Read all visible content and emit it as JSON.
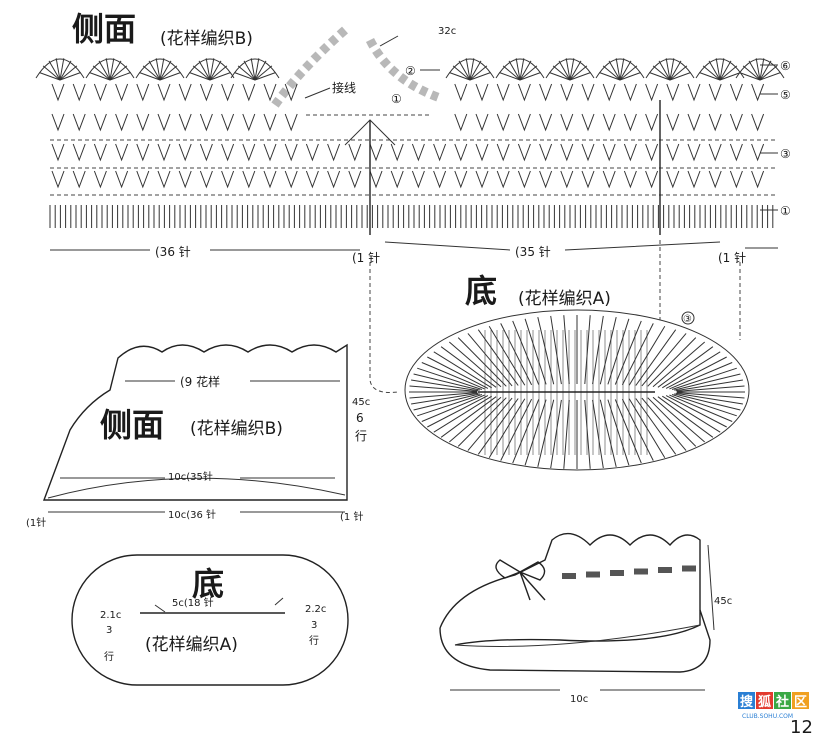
{
  "top_chart": {
    "title": "侧面",
    "subtitle": "(花样编织B)",
    "count_label": "32c",
    "join_label": "接线",
    "row_markers": [
      "①",
      "②",
      "③",
      "⑤",
      "⑥"
    ],
    "start_markers": [
      "①",
      "②"
    ],
    "base_left": "(36 针",
    "base_mid_marker": "(1 针",
    "base_right": "(35 针",
    "base_end_marker": "(1 针"
  },
  "sole_chart": {
    "title": "底",
    "subtitle": "(花样编织A)",
    "start_marker": "③"
  },
  "side_schematic": {
    "title": "侧面",
    "subtitle": "(花样编织B)",
    "top_label": "(9 花样",
    "height_label": [
      "45c",
      "6",
      "行"
    ],
    "inner_width": "10c(35针",
    "outer_width": "10c(36 针",
    "left_corner": "(1针",
    "right_corner": "(1 针"
  },
  "sole_schematic": {
    "title": "底",
    "subtitle": "(花样编织A)",
    "center_label": "5c(18 针",
    "left_label": [
      "2.1c",
      "3",
      "行"
    ],
    "right_label": [
      "2.2c",
      "3",
      "行"
    ]
  },
  "shoe": {
    "height_label": "45c",
    "length_label": "10c"
  },
  "watermark": {
    "brand": "搜狐社区",
    "url": "CLUB.SOHU.COM",
    "page": "12"
  }
}
